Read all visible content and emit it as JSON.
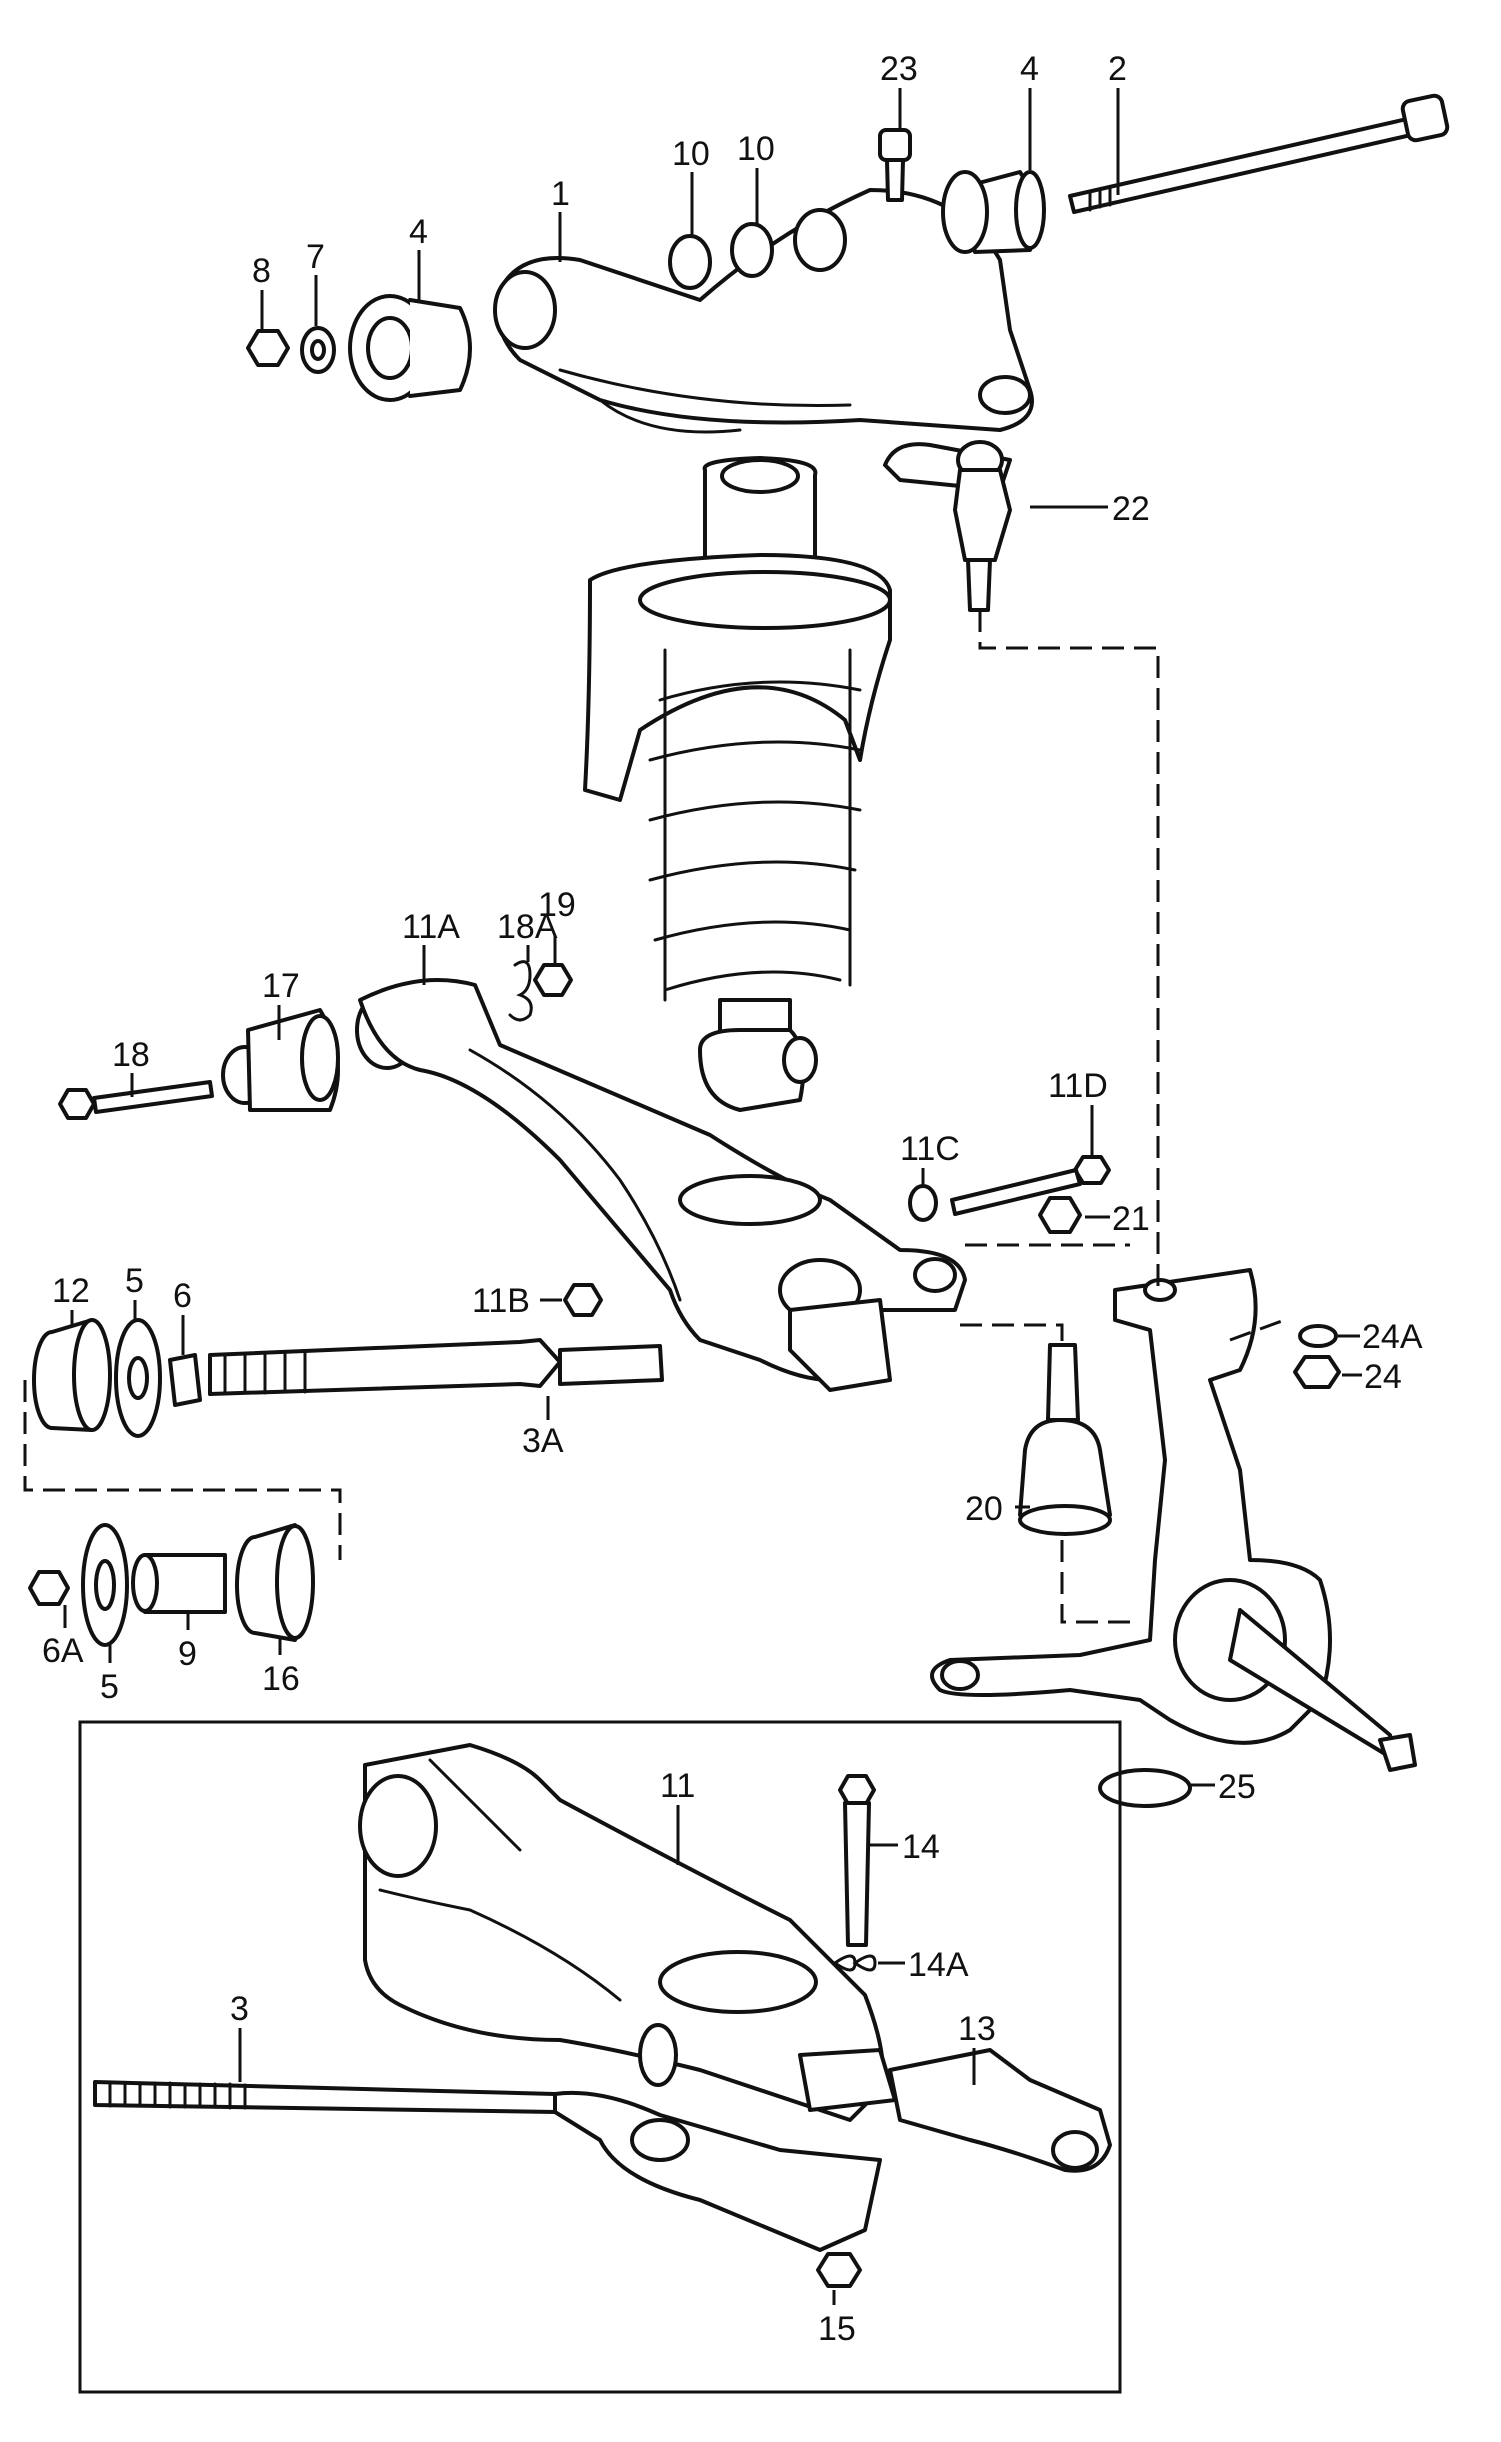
{
  "diagram": {
    "callouts": {
      "c1": "1",
      "c2": "2",
      "c3": "3",
      "c3A": "3A",
      "c4a": "4",
      "c4b": "4",
      "c5a": "5",
      "c5b": "5",
      "c6": "6",
      "c6A": "6A",
      "c7": "7",
      "c8": "8",
      "c9": "9",
      "c10a": "10",
      "c10b": "10",
      "c11": "11",
      "c11A": "11A",
      "c11B": "11B",
      "c11C": "11C",
      "c11D": "11D",
      "c12": "12",
      "c13": "13",
      "c14": "14",
      "c14A": "14A",
      "c15": "15",
      "c16": "16",
      "c17": "17",
      "c18": "18",
      "c18A": "18A",
      "c19": "19",
      "c20": "20",
      "c21": "21",
      "c22": "22",
      "c23": "23",
      "c24": "24",
      "c24A": "24A",
      "c25": "25"
    },
    "line_color": "#111111",
    "background": "#ffffff"
  }
}
